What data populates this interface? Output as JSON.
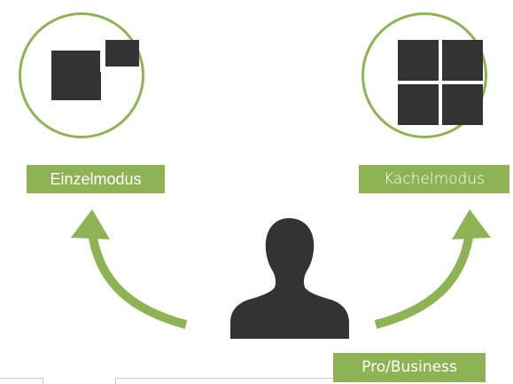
{
  "modes": {
    "single": {
      "label": "Einzelmodus",
      "icon": "single-window-icon"
    },
    "tiled": {
      "label": "Kachelmodus",
      "icon": "tile-grid-icon"
    }
  },
  "user": {
    "icon": "user-silhouette-icon"
  },
  "plan": {
    "label": "Pro/Business"
  },
  "colors": {
    "accent": "#8db355",
    "icon_dark": "#333333",
    "frame": "#c8c8c8"
  }
}
